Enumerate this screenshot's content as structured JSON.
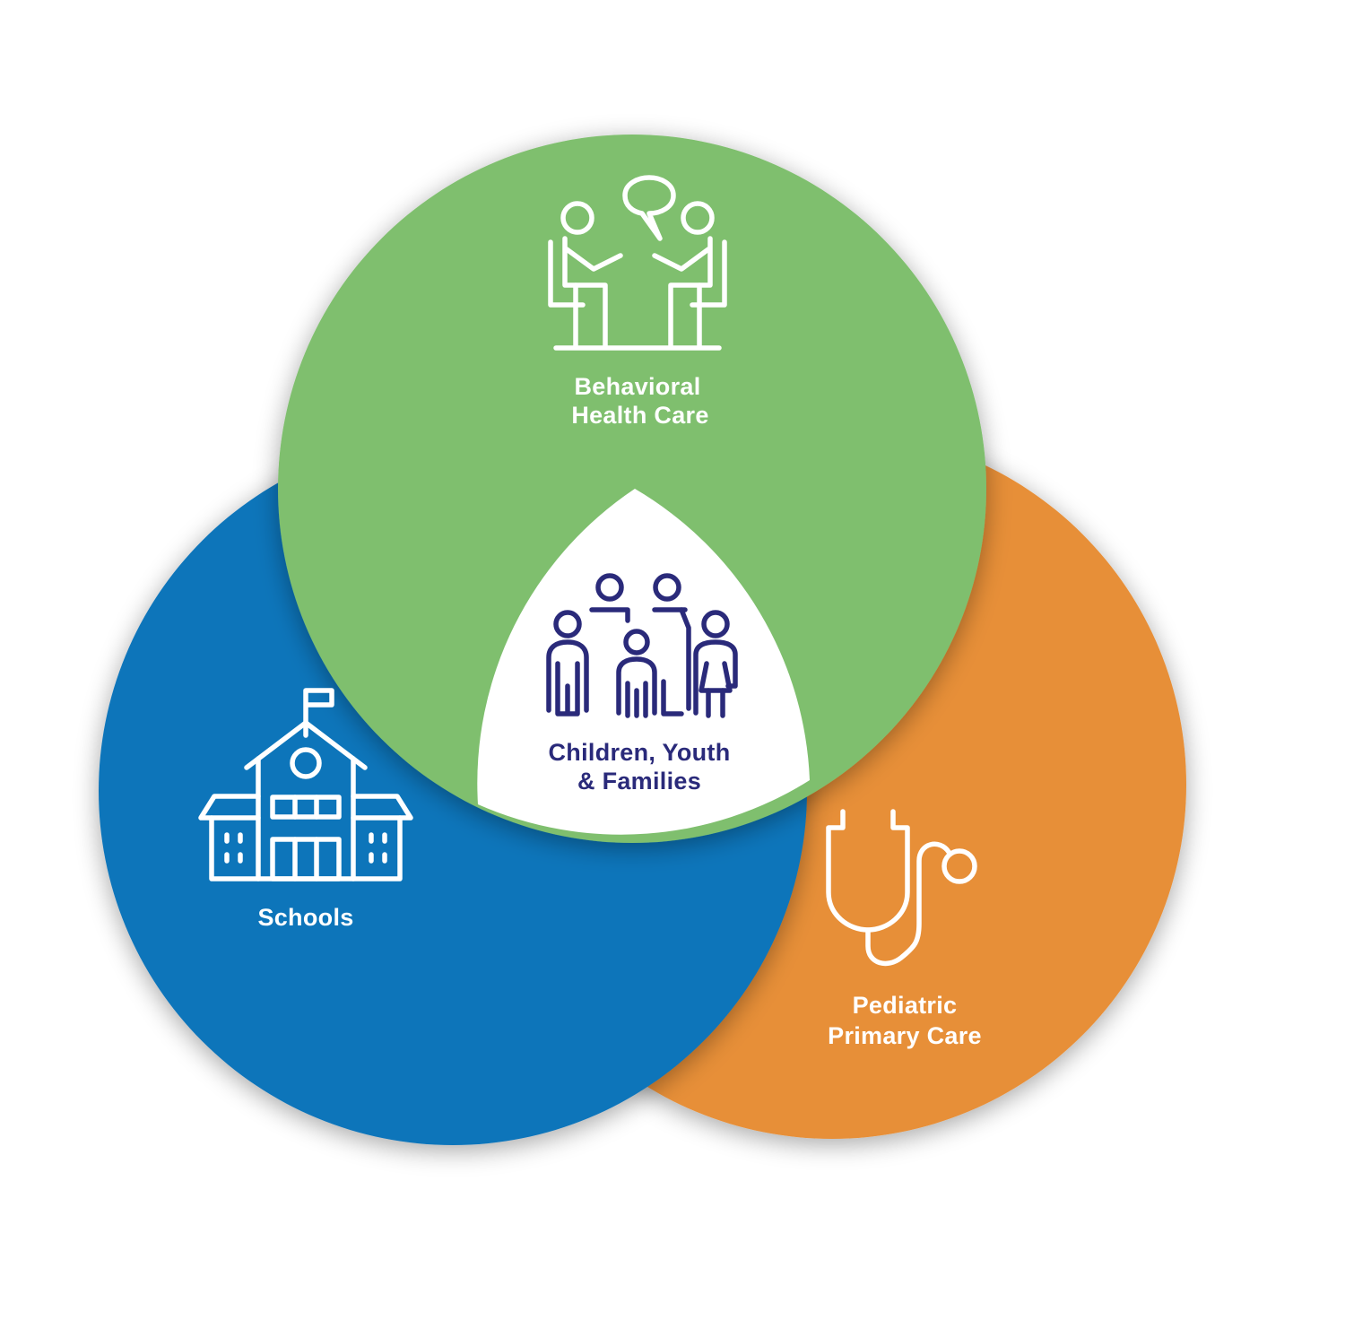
{
  "colors": {
    "background": "#ffffff",
    "behavioral": "#7fbf6e",
    "schools": "#0e74ba",
    "pediatric": "#e78f39",
    "center": "#ffffff",
    "center_text": "#2a2a7a",
    "icon_white": "#ffffff"
  },
  "circles": {
    "behavioral": {
      "line1": "Behavioral",
      "line2": "Health Care",
      "icon": "counseling-session-icon"
    },
    "schools": {
      "line1": "Schools",
      "icon": "school-building-icon"
    },
    "pediatric": {
      "line1": "Pediatric",
      "line2": "Primary Care",
      "icon": "stethoscope-icon"
    }
  },
  "center": {
    "line1": "Children, Youth",
    "line2": "& Families",
    "icon": "family-icon"
  }
}
